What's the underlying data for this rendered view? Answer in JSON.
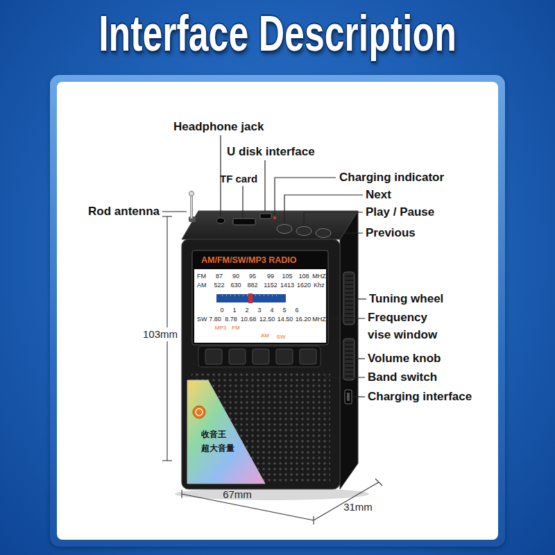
{
  "diagram": {
    "title": "Interface Description",
    "labels": [
      "Headphone jack",
      "U disk interface",
      "TF card",
      "Charging indicator",
      "Next",
      "Play / Pause",
      "Previous",
      "Rod antenna",
      "AM/FM/SW/MP3 RADIO",
      "FM",
      "87",
      "90",
      "95",
      "99",
      "105",
      "108",
      "MHZ",
      "AM",
      "522",
      "630",
      "882",
      "1152",
      "1413",
      "1620",
      "Khz",
      "0",
      "1",
      "2",
      "3",
      "4",
      "5",
      "6",
      "SW",
      "7.80",
      "8.78",
      "10.68",
      "12.50",
      "14.50",
      "16.20",
      "MHZ",
      "MP3",
      "FM",
      "AM",
      "SW",
      "Tuning wheel",
      "Frequency vise window",
      "Volume knob",
      "Band switch",
      "Charging interface",
      "103mm",
      "67mm",
      "31mm",
      "收音王",
      "超大音量"
    ]
  }
}
